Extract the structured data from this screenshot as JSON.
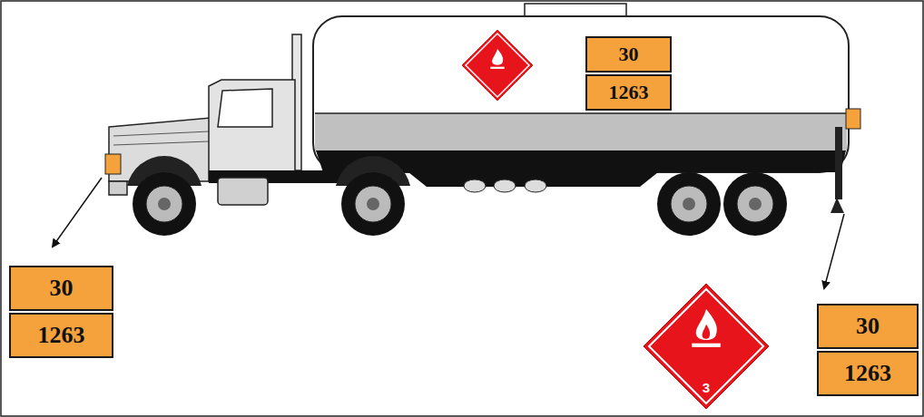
{
  "diagram": {
    "nodes": [
      {
        "text": [
          "30",
          "1263"
        ]
      },
      {
        "text": [
          "30",
          "1263"
        ]
      },
      {
        "text": [
          "3"
        ]
      },
      {
        "text": [
          "30",
          "1263"
        ]
      }
    ]
  }
}
